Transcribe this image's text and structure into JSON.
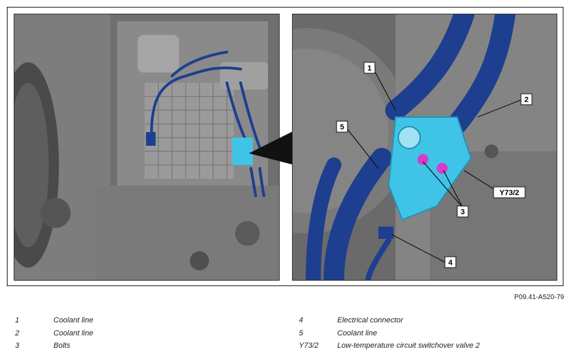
{
  "diagram": {
    "callouts": {
      "c1": "1",
      "c2": "2",
      "c3": "3",
      "c4": "4",
      "c5": "5",
      "cy": "Y73/2"
    },
    "reference": "P09.41-A520-79"
  },
  "legend": {
    "items": [
      {
        "num": "1",
        "text": "Coolant line"
      },
      {
        "num": "2",
        "text": "Coolant line"
      },
      {
        "num": "3",
        "text": "Bolts"
      },
      {
        "num": "4",
        "text": "Electrical connector"
      },
      {
        "num": "5",
        "text": "Coolant line"
      },
      {
        "num": "Y73/2",
        "text": "Low-temperature circuit switchover valve 2"
      }
    ]
  },
  "colors": {
    "hose_blue": "#1e3f8f",
    "component_cyan": "#3fc4e8",
    "bolt_magenta": "#d63cc8",
    "engine_gray": "#8c8c8c"
  }
}
